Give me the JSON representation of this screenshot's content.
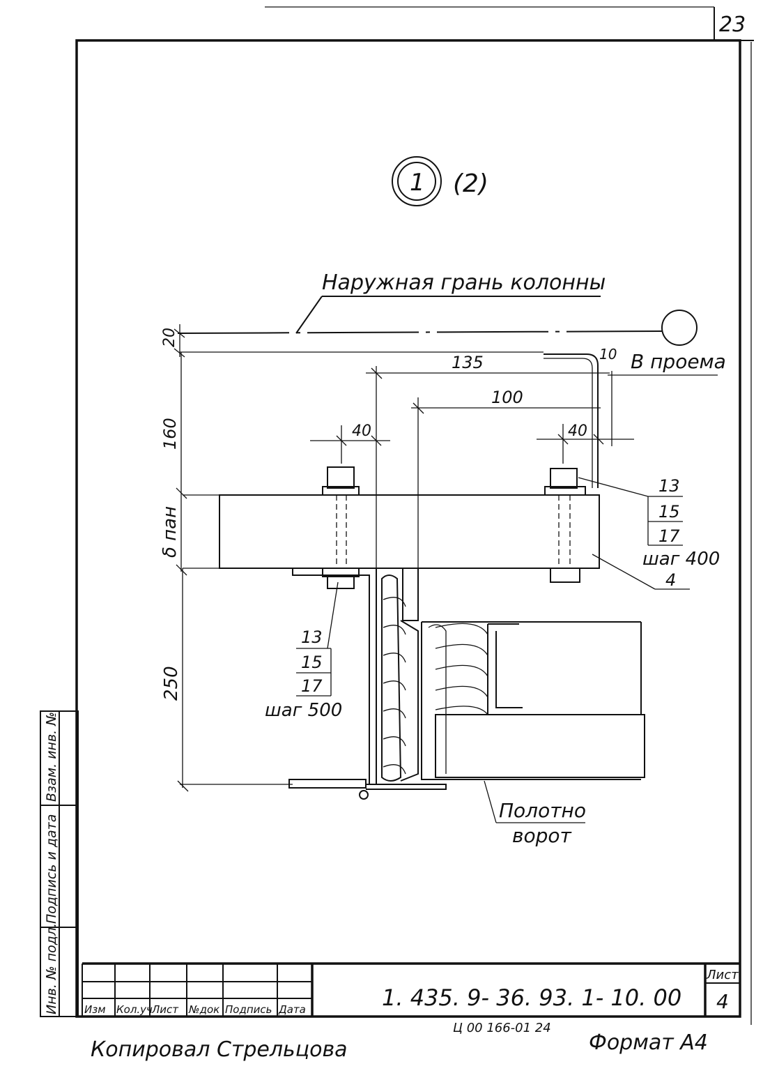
{
  "sheet": {
    "page_number": "23",
    "detail_number": "1",
    "detail_ref": "(2)",
    "format": "Формат А4",
    "copied_by": "Копировал Стрельцова",
    "order_code": "Ц 00 166-01 24"
  },
  "drawing": {
    "title_outer_face": "Наружная грань колонны",
    "into_opening": "В проема",
    "panel_thickness": "δ пан",
    "gate_leaf": [
      "Полотно",
      "ворот"
    ],
    "dims": {
      "d20": "20",
      "d160": "160",
      "d250": "250",
      "d135": "135",
      "d100": "100",
      "d40_left": "40",
      "d40_right": "40",
      "d10": "10"
    },
    "callout_right": {
      "items": [
        "13",
        "15",
        "17"
      ],
      "pitch": "шаг 400",
      "part": "4"
    },
    "callout_left": {
      "items": [
        "13",
        "15",
        "17"
      ],
      "pitch": "шаг 500"
    }
  },
  "title_block": {
    "designation": "1. 435. 9- 36. 93. 1- 10. 00",
    "sheet_label": "Лист",
    "sheet_number": "4",
    "columns": [
      "Изм",
      "Кол.уч",
      "Лист",
      "№док",
      "Подпись",
      "Дата"
    ]
  },
  "side_stamp": [
    "Инв. № подл.",
    "Подпись и дата",
    "Взам. инв. №"
  ]
}
